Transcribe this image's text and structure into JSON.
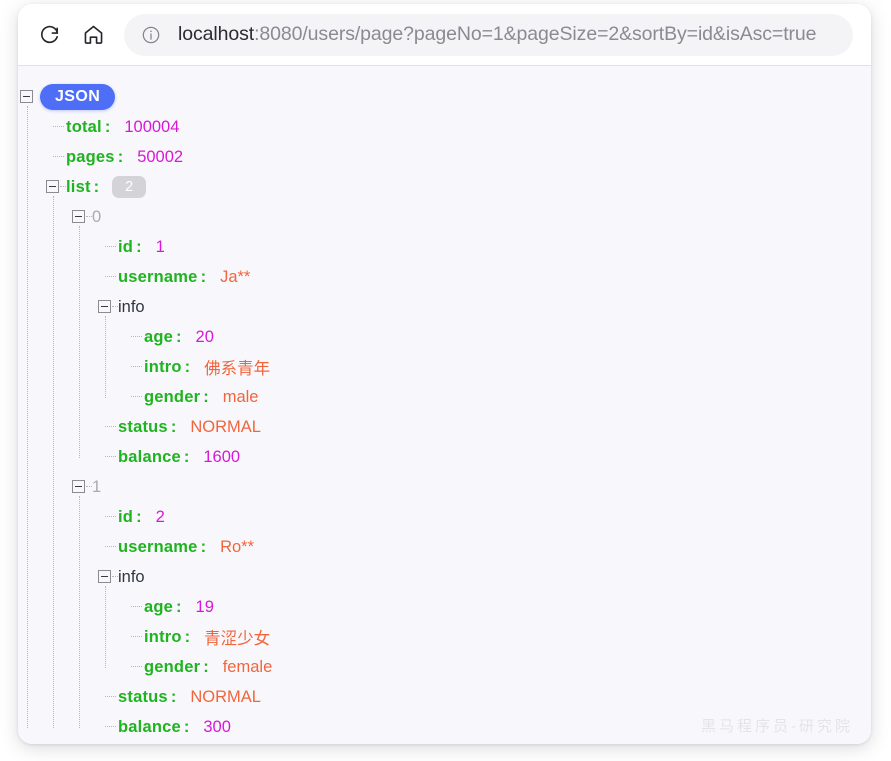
{
  "browser": {
    "toolbar": {
      "reload_icon": "reload-icon",
      "home_icon": "home-icon",
      "info_icon": "info-icon",
      "url_host": "localhost",
      "url_rest": ":8080/users/page?pageNo=1&pageSize=2&sortBy=id&isAsc=true"
    }
  },
  "viewer": {
    "root_label": "JSON",
    "watermark": "黑马程序员-研究院",
    "colors": {
      "key": "#1fb41f",
      "number": "#d818d8",
      "string": "#f2653c",
      "badge": "#4f6ef7",
      "count_badge": "#d4d4d8",
      "panel_bg": "#f8f8fc"
    }
  },
  "json": {
    "total_key": "total",
    "total_value": "100004",
    "pages_key": "pages",
    "pages_value": "50002",
    "list_key": "list",
    "list_count": "2",
    "items": [
      {
        "index": "0",
        "id_key": "id",
        "id_value": "1",
        "username_key": "username",
        "username_value": "Ja**",
        "info_label": "info",
        "age_key": "age",
        "age_value": "20",
        "intro_key": "intro",
        "intro_value": "佛系青年",
        "gender_key": "gender",
        "gender_value": "male",
        "status_key": "status",
        "status_value": "NORMAL",
        "balance_key": "balance",
        "balance_value": "1600"
      },
      {
        "index": "1",
        "id_key": "id",
        "id_value": "2",
        "username_key": "username",
        "username_value": "Ro**",
        "info_label": "info",
        "age_key": "age",
        "age_value": "19",
        "intro_key": "intro",
        "intro_value": "青涩少女",
        "gender_key": "gender",
        "gender_value": "female",
        "status_key": "status",
        "status_value": "NORMAL",
        "balance_key": "balance",
        "balance_value": "300"
      }
    ],
    "colon": ":"
  }
}
